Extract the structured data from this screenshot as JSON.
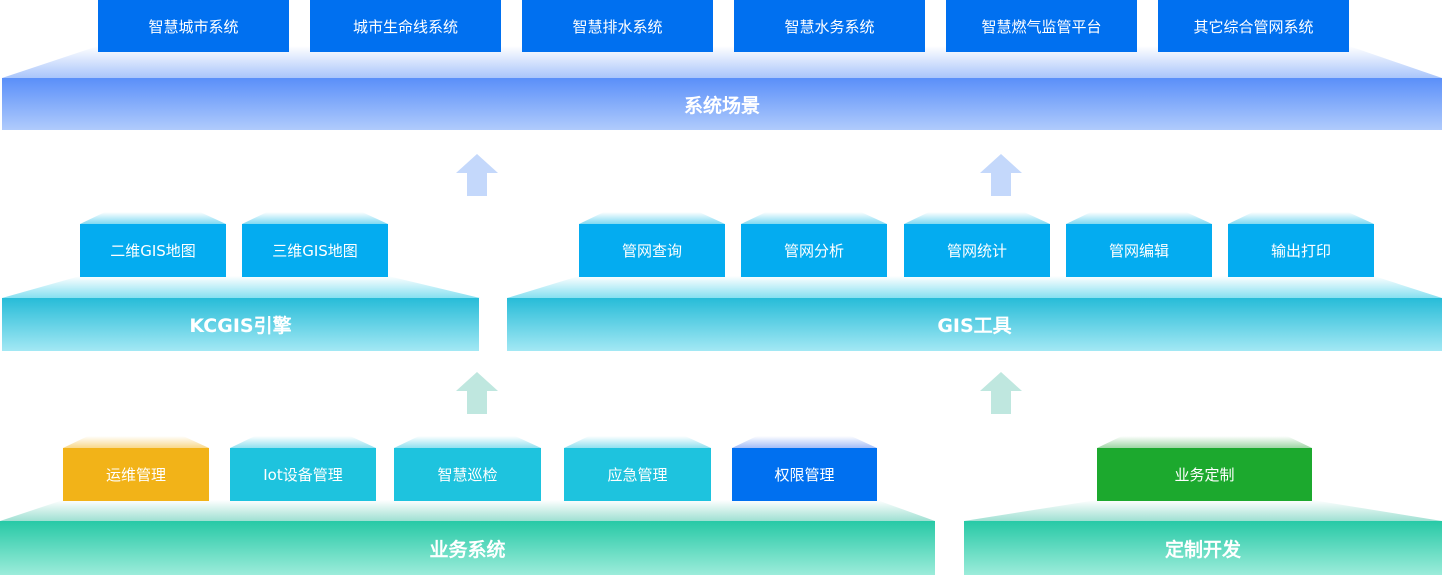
{
  "colors": {
    "scene_box": "#0070f0",
    "gis_box": "#04acf0",
    "biz_box": "#1ec3de",
    "ops_box": "#f2b318",
    "auth_box": "#0070f0",
    "custom_box": "#1ca92e",
    "arrow_blue": "#c4d8fb",
    "arrow_green": "#bfe7df"
  },
  "scene_layer": {
    "title": "系统场景",
    "items": [
      "智慧城市系统",
      "城市生命线系统",
      "智慧排水系统",
      "智慧水务系统",
      "智慧燃气监管平台",
      "其它综合管网系统"
    ]
  },
  "engine_layer": {
    "title": "KCGIS引擎",
    "items": [
      "二维GIS地图",
      "三维GIS地图"
    ]
  },
  "tools_layer": {
    "title": "GIS工具",
    "items": [
      "管网查询",
      "管网分析",
      "管网统计",
      "管网编辑",
      "输出打印"
    ]
  },
  "business_layer": {
    "title": "业务系统",
    "items": [
      "运维管理",
      "Iot设备管理",
      "智慧巡检",
      "应急管理",
      "权限管理"
    ]
  },
  "custom_layer": {
    "title": "定制开发",
    "items": [
      "业务定制"
    ]
  }
}
